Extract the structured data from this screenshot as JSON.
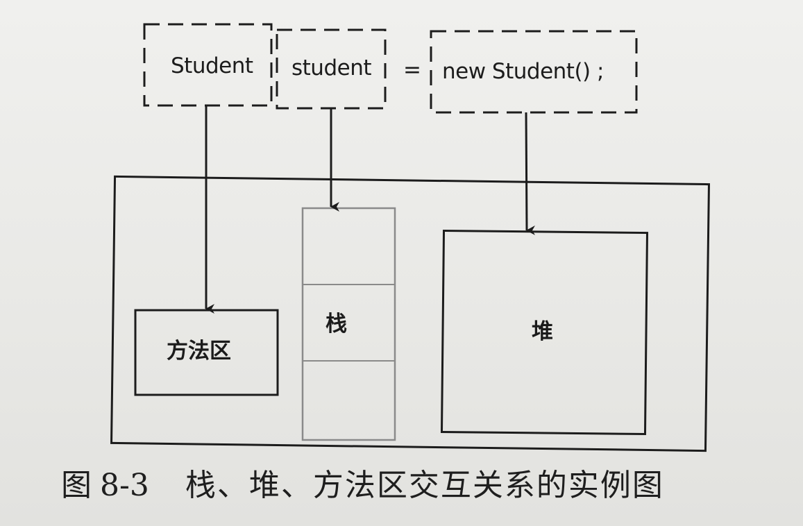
{
  "declaration": {
    "type_name": "Student",
    "variable_name": "student",
    "equals_sign": "=",
    "initializer": "new Student() ;"
  },
  "memory_regions": {
    "method_area": "方法区",
    "stack": "栈",
    "heap": "堆"
  },
  "caption": {
    "prefix": "图",
    "number": "8-3",
    "text": "栈、堆、方法区交互关系的实例图"
  },
  "colors": {
    "ink": "#1c1c1c",
    "stack_border": "#8a8a8a",
    "paper": "#ededeb"
  }
}
